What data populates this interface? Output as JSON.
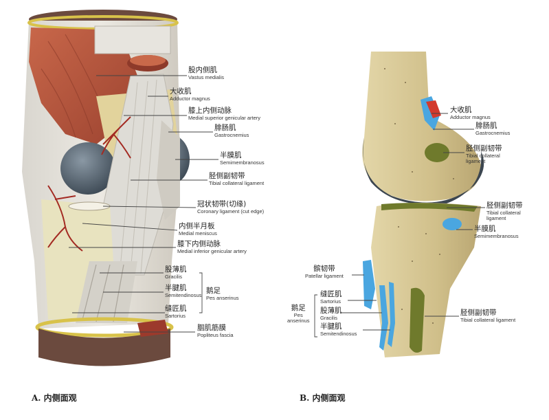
{
  "panels": {
    "A": {
      "caption": "A. 内侧面观",
      "labels": [
        {
          "zh": "股内侧肌",
          "en": "Vastus medialis"
        },
        {
          "zh": "大收肌",
          "en": "Adductor magnus"
        },
        {
          "zh": "膝上内侧动脉",
          "en": "Medial superior genicular artery"
        },
        {
          "zh": "腓肠肌",
          "en": "Gastrocnemius"
        },
        {
          "zh": "半膜肌",
          "en": "Semimembranosus"
        },
        {
          "zh": "胫侧副韧带",
          "en": "Tibial collateral ligament"
        },
        {
          "zh": "冠状韧带(切缘)",
          "en": "Coronary ligament (cut edge)"
        },
        {
          "zh": "内侧半月板",
          "en": "Medial meniscus"
        },
        {
          "zh": "膝下内侧动脉",
          "en": "Medial inferior genicular artery"
        },
        {
          "zh": "股薄肌",
          "en": "Gracilis"
        },
        {
          "zh": "半腱肌",
          "en": "Semitendinosus"
        },
        {
          "zh": "缝匠肌",
          "en": "Sartorius"
        },
        {
          "zh": "腘肌筋膜",
          "en": "Popliteus fascia"
        }
      ],
      "group": {
        "zh": "鹅足",
        "en": "Pes anserinus"
      }
    },
    "B": {
      "caption": "B. 内侧面观",
      "labels": [
        {
          "zh": "大收肌",
          "en": "Adductor magnus"
        },
        {
          "zh": "腓肠肌",
          "en": "Gastrocnemius"
        },
        {
          "zh": "胫侧副韧带",
          "en": "Tibial collateral",
          "en2": "ligament"
        },
        {
          "zh": "胫侧副韧带",
          "en": "Tibial collateral",
          "en2": "ligament"
        },
        {
          "zh": "半膜肌",
          "en": "Semimembranosus"
        },
        {
          "zh": "髌韧带",
          "en": "Patellar ligament"
        },
        {
          "zh": "缝匠肌",
          "en": "Sartorius"
        },
        {
          "zh": "股薄肌",
          "en": "Gracilis"
        },
        {
          "zh": "半腱肌",
          "en": "Semitendinosus"
        },
        {
          "zh": "胫侧副韧带",
          "en": "Tibial collateral ligament"
        }
      ],
      "group": {
        "zh": "鹅足",
        "en": "Pes",
        "en2": "anserinus"
      }
    }
  },
  "colors": {
    "leader": "#444444",
    "muscle": "#b5543c",
    "tendon": "#dcd8cc",
    "bone": "#d6c79a",
    "cartilage": "#4f5f6c",
    "blue_insertion": "#4aa6e0",
    "red_origin": "#d23a2e",
    "green_ligament": "#6f7a2c"
  }
}
